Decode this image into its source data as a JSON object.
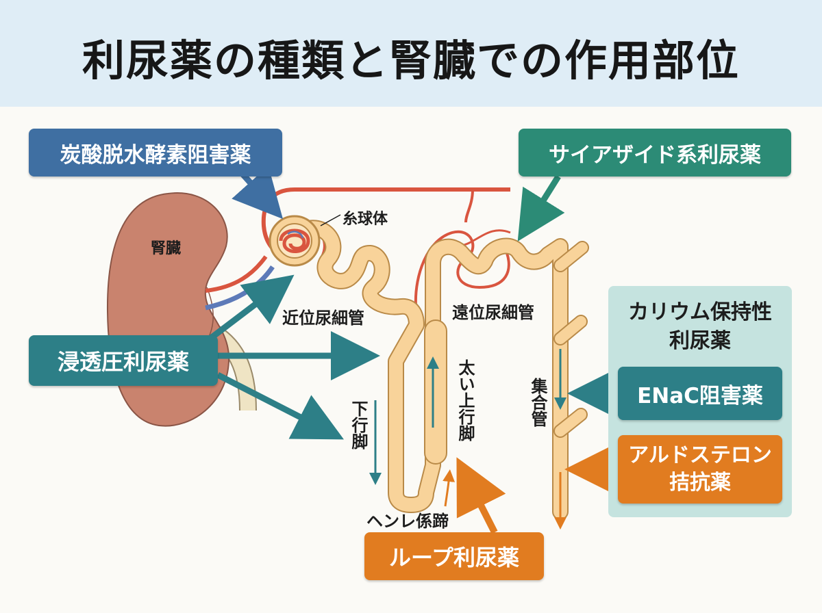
{
  "title": "利尿薬の種類と腎臓での作用部位",
  "labels": {
    "kidney": "腎臓",
    "glomerulus": "糸球体",
    "proximal_tubule": "近位尿細管",
    "distal_tubule": "遠位尿細管",
    "descending_limb": "下行脚",
    "thick_ascending_limb": "太い上行脚",
    "collecting_duct": "集合管",
    "loop_of_henle": "ヘンレ係蹄"
  },
  "drugs": {
    "carbonic_anhydrase": "炭酸脱水酵素阻害薬",
    "thiazide": "サイアザイド系利尿薬",
    "osmotic": "浸透圧利尿薬",
    "loop": "ループ利尿薬",
    "potassium_sparing_line1": "カリウム保持性",
    "potassium_sparing_line2": "利尿薬",
    "enac": "ENaC阻害薬",
    "aldosterone_line1": "アルドステロン",
    "aldosterone_line2": "拮抗薬"
  },
  "colors": {
    "blue": "#3f6fa2",
    "green": "#2c8b76",
    "teal": "#2d7f87",
    "orange": "#e17c20",
    "tubule": "#f8d39a",
    "kidney": "#c9836e",
    "artery": "#d9553f",
    "vein": "#5d7ab8"
  }
}
